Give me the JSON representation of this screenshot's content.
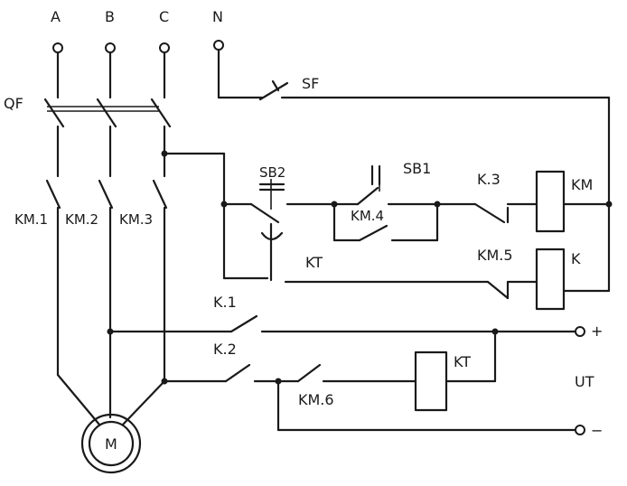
{
  "diagram": {
    "phases": {
      "a": "A",
      "b": "B",
      "c": "C",
      "n": "N"
    },
    "breaker": "QF",
    "switch_sf": "SF",
    "button_sb2": "SB2",
    "button_sb1": "SB1",
    "contacts": {
      "km1": "KM.1",
      "km2": "KM.2",
      "km3": "KM.3",
      "km4": "KM.4",
      "km5": "KM.5",
      "km6": "KM.6",
      "k1": "K.1",
      "k2": "K.2",
      "k3": "K.3"
    },
    "coils": {
      "km": "KM",
      "k": "K",
      "kt": "KT"
    },
    "kt_contact": "KT",
    "motor": "M",
    "output": {
      "label": "UT",
      "plus": "+",
      "minus": "−"
    }
  }
}
